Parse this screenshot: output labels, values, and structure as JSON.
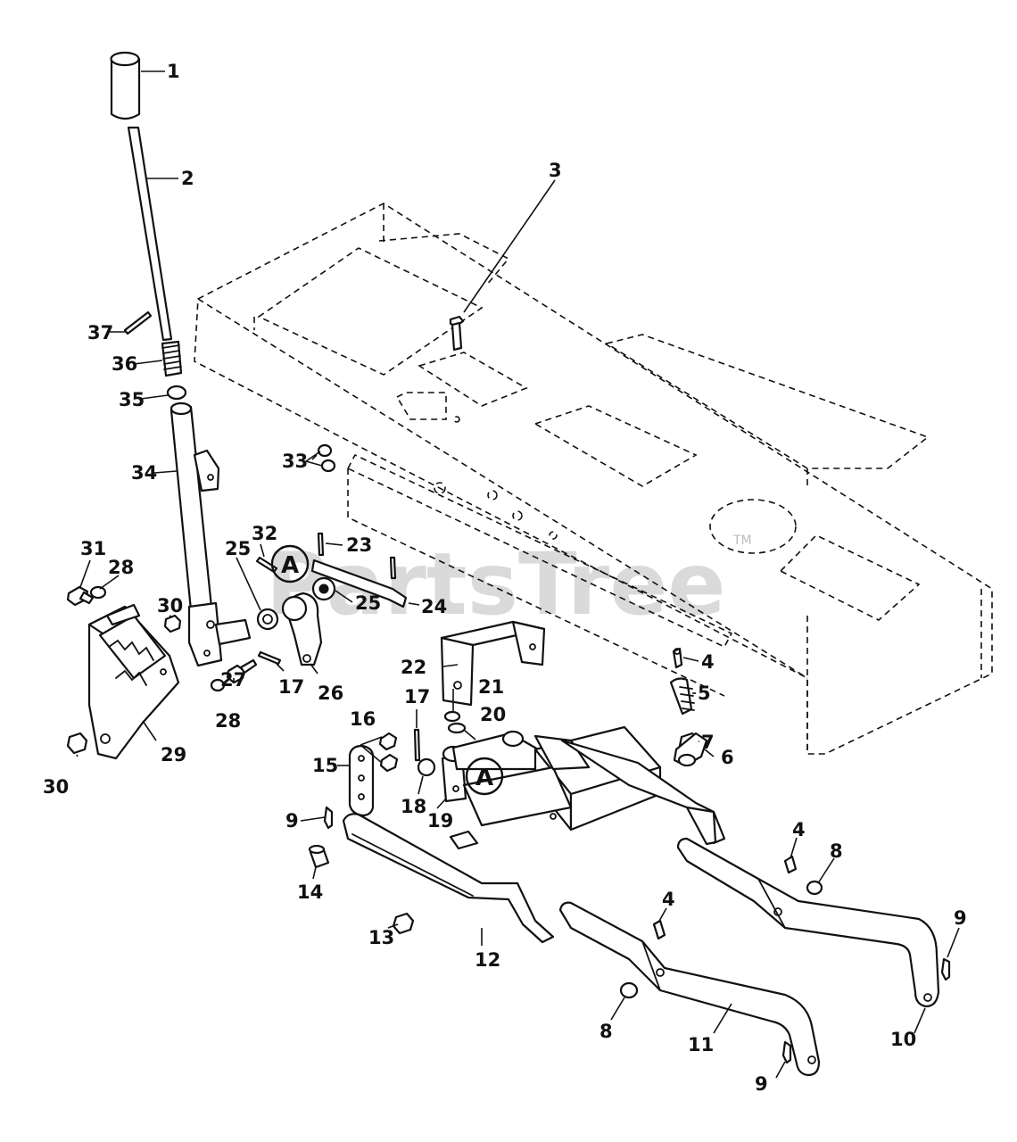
{
  "watermark": {
    "text": "PartsTree",
    "trademark": "TM"
  },
  "detail_marker": "A",
  "callouts": {
    "n1": "1",
    "n2": "2",
    "n3": "3",
    "n4a": "4",
    "n4b": "4",
    "n4c": "4",
    "n5": "5",
    "n6": "6",
    "n7": "7",
    "n8a": "8",
    "n8b": "8",
    "n9a": "9",
    "n9b": "9",
    "n9c": "9",
    "n10": "10",
    "n11": "11",
    "n12": "12",
    "n13": "13",
    "n14": "14",
    "n15": "15",
    "n16": "16",
    "n17a": "17",
    "n17b": "17",
    "n18": "18",
    "n19": "19",
    "n20": "20",
    "n21": "21",
    "n22": "22",
    "n23": "23",
    "n24": "24",
    "n25a": "25",
    "n25b": "25",
    "n26": "26",
    "n27": "27",
    "n28a": "28",
    "n28b": "28",
    "n29": "29",
    "n30a": "30",
    "n30b": "30",
    "n31": "31",
    "n32": "32",
    "n33": "33",
    "n34": "34",
    "n35": "35",
    "n36": "36",
    "n37": "37"
  }
}
